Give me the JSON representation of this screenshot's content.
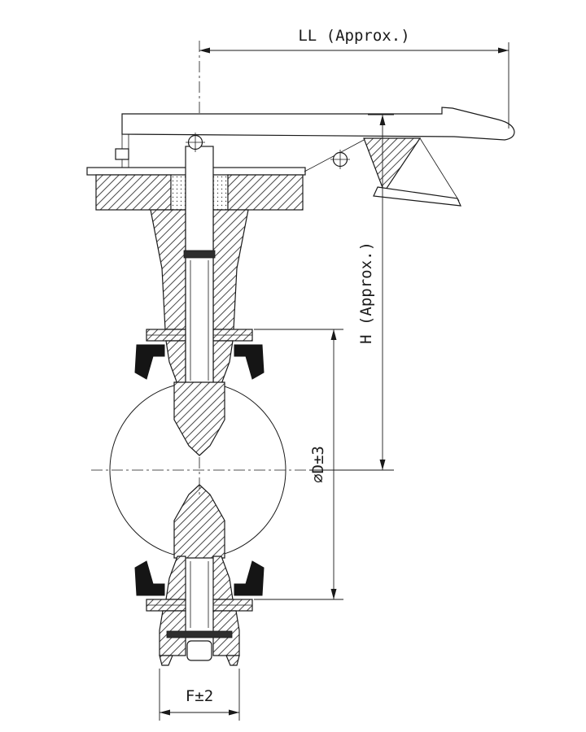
{
  "dimensions": {
    "ll": "LL (Approx.)",
    "h": "H (Approx.)",
    "d": "⌀D±3",
    "f": "F±2"
  },
  "colors": {
    "line": "#1a1a1a",
    "background": "#ffffff",
    "seal": "#151515",
    "bushing": "#2e2e2e"
  }
}
